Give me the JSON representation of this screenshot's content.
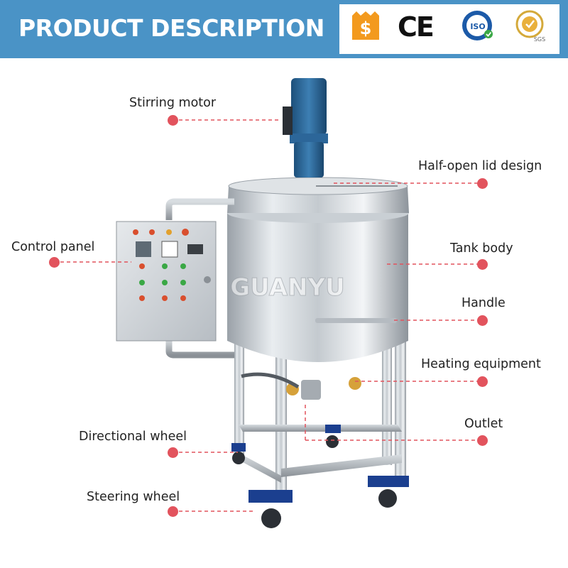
{
  "header": {
    "title": "PRODUCT DESCRIPTION",
    "background_color": "#4a93c6"
  },
  "certifications": [
    {
      "name": "gold-supplier-icon"
    },
    {
      "name": "ce-mark",
      "text": "CE"
    },
    {
      "name": "iso-icon",
      "text": "ISO"
    },
    {
      "name": "sgs-icon",
      "text": "SGS"
    }
  ],
  "watermark": "GUANYU",
  "labels": {
    "stirring_motor": "Stirring motor",
    "half_open_lid": "Half-open lid design",
    "control_panel": "Control panel",
    "tank_body": "Tank body",
    "handle": "Handle",
    "heating_equipment": "Heating equipment",
    "outlet": "Outlet",
    "directional_wheel": "Directional wheel",
    "steering_wheel": "Steering wheel"
  },
  "accent_color": "#e2535d"
}
